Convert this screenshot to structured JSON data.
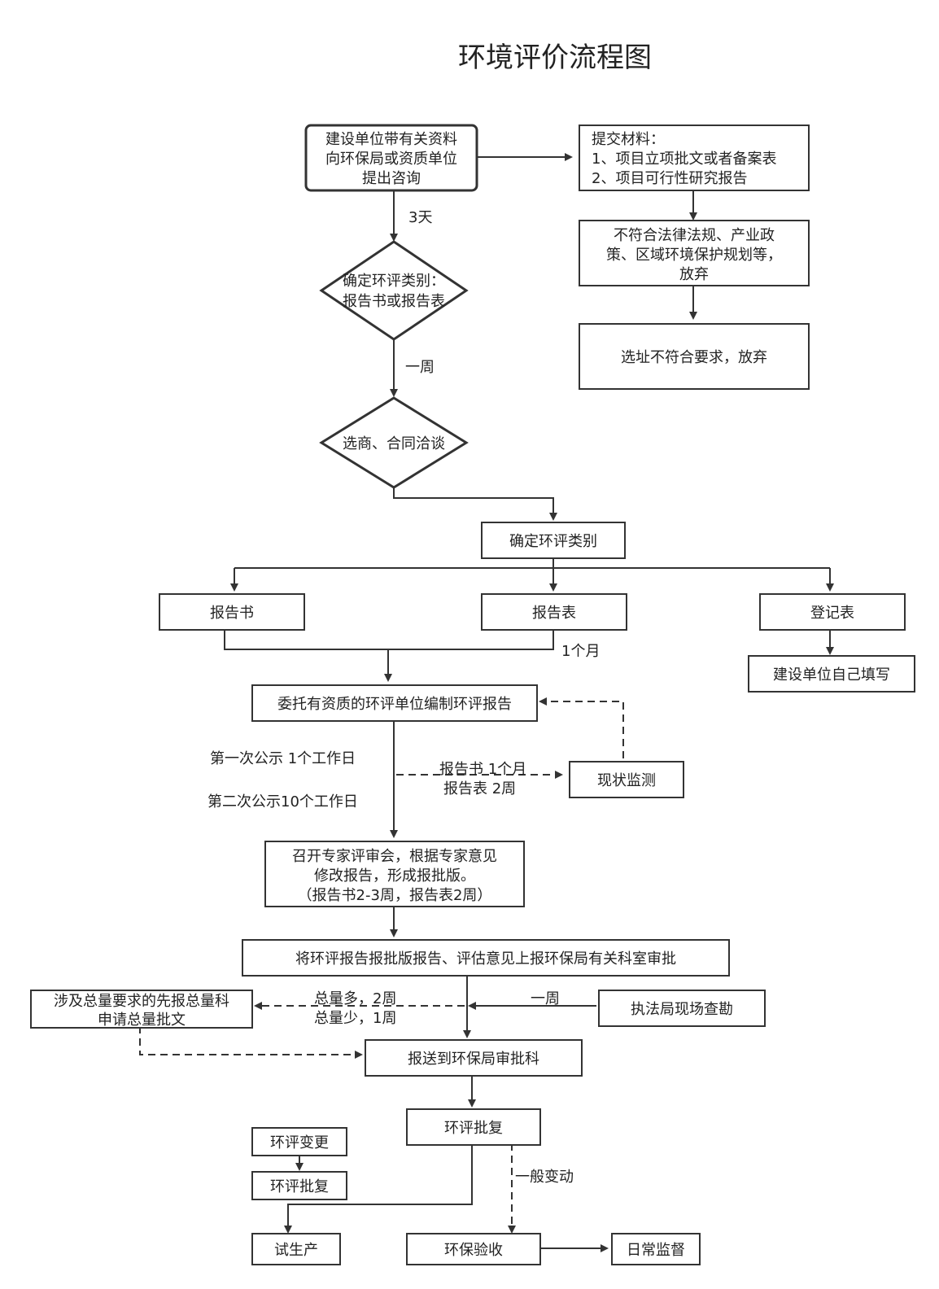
{
  "title": "环境评价流程图",
  "colors": {
    "stroke": "#333333",
    "text": "#222222",
    "fill": "#ffffff"
  },
  "nodes": {
    "consult": [
      "建设单位带有关资料",
      "向环保局或资质单位",
      "提出咨询"
    ],
    "materials": [
      "提交材料：",
      "1、项目立项批文或者备案表",
      "2、项目可行性研究报告"
    ],
    "noncompliant": [
      "不符合法律法规、产业政",
      "策、区域环境保护规划等，",
      "放弃"
    ],
    "site_reject": "选址不符合要求，放弃",
    "determine_category_diamond": [
      "确定环评类别：",
      "报告书或报告表"
    ],
    "vendor_negotiation": "选商、合同洽谈",
    "determine_category": "确定环评类别",
    "report_book": "报告书",
    "report_form": "报告表",
    "registration_form": "登记表",
    "self_fill": "建设单位自己填写",
    "entrust": "委托有资质的环评单位编制环评报告",
    "monitoring": "现状监测",
    "expert_review": [
      "召开专家评审会，根据专家意见",
      "修改报告，形成报批版。",
      "（报告书2-3周，报告表2周）"
    ],
    "submit_report": "将环评报告报批版报告、评估意见上报环保局有关科室审批",
    "total_quota": [
      "涉及总量要求的先报总量科",
      "申请总量批文"
    ],
    "enforcement_inspection": "执法局现场查勘",
    "submit_approval_dept": "报送到环保局审批科",
    "eia_approval": "环评批复",
    "eia_change": "环评变更",
    "eia_approval_2": "环评批复",
    "trial_production": "试生产",
    "env_acceptance": "环保验收",
    "daily_supervision": "日常监督"
  },
  "labels": {
    "three_days": "3天",
    "one_week_1": "一周",
    "one_month": "1个月",
    "first_publicity": "第一次公示 1个工作日",
    "second_publicity": "第二次公示10个工作日",
    "monitor_book": "报告书 1个月",
    "monitor_form": "报告表   2周",
    "quota_more": "总量多，2周",
    "quota_less": "总量少，1周",
    "one_week_2": "一周",
    "general_change": "一般变动"
  }
}
